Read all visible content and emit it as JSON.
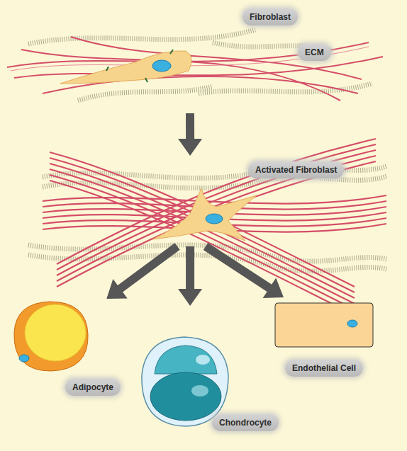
{
  "diagram": {
    "nodes": [
      {
        "text": [
          "Fibroblast"
        ]
      },
      {
        "text": [
          "Activated Fibroblast"
        ]
      },
      {
        "text": [
          "Adipocyte"
        ]
      },
      {
        "text": [
          "Chondrocyte"
        ]
      },
      {
        "text": [
          "Endothelial Cell"
        ]
      }
    ],
    "edges": [
      {
        "from": 0,
        "to": 1,
        "arrow": "to"
      },
      {
        "from": 1,
        "to": 2,
        "arrow": "to"
      },
      {
        "from": 1,
        "to": 3,
        "arrow": "to"
      },
      {
        "from": 1,
        "to": 4,
        "arrow": "to"
      }
    ],
    "labels": [
      "ECM"
    ]
  }
}
